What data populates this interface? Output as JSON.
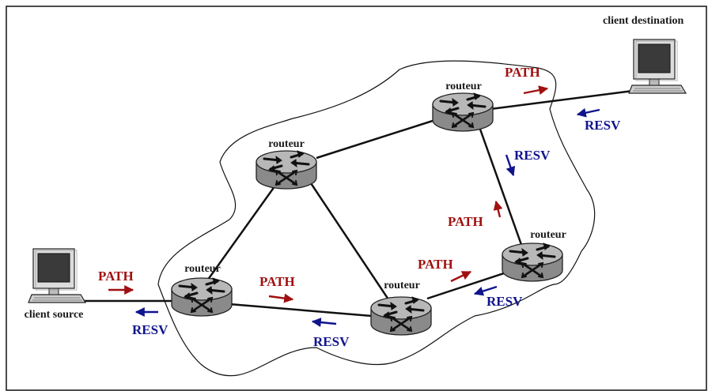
{
  "diagram": {
    "labels": {
      "client_destination": "client destination",
      "client_source": "client source",
      "router": "routeur"
    },
    "messages": {
      "path": "PATH",
      "resv": "RESV"
    },
    "colors": {
      "path": "#a01010",
      "resv": "#10148c",
      "link": "#111111",
      "router_body": "#8c8c8c",
      "router_top": "#b9b9b9"
    }
  }
}
